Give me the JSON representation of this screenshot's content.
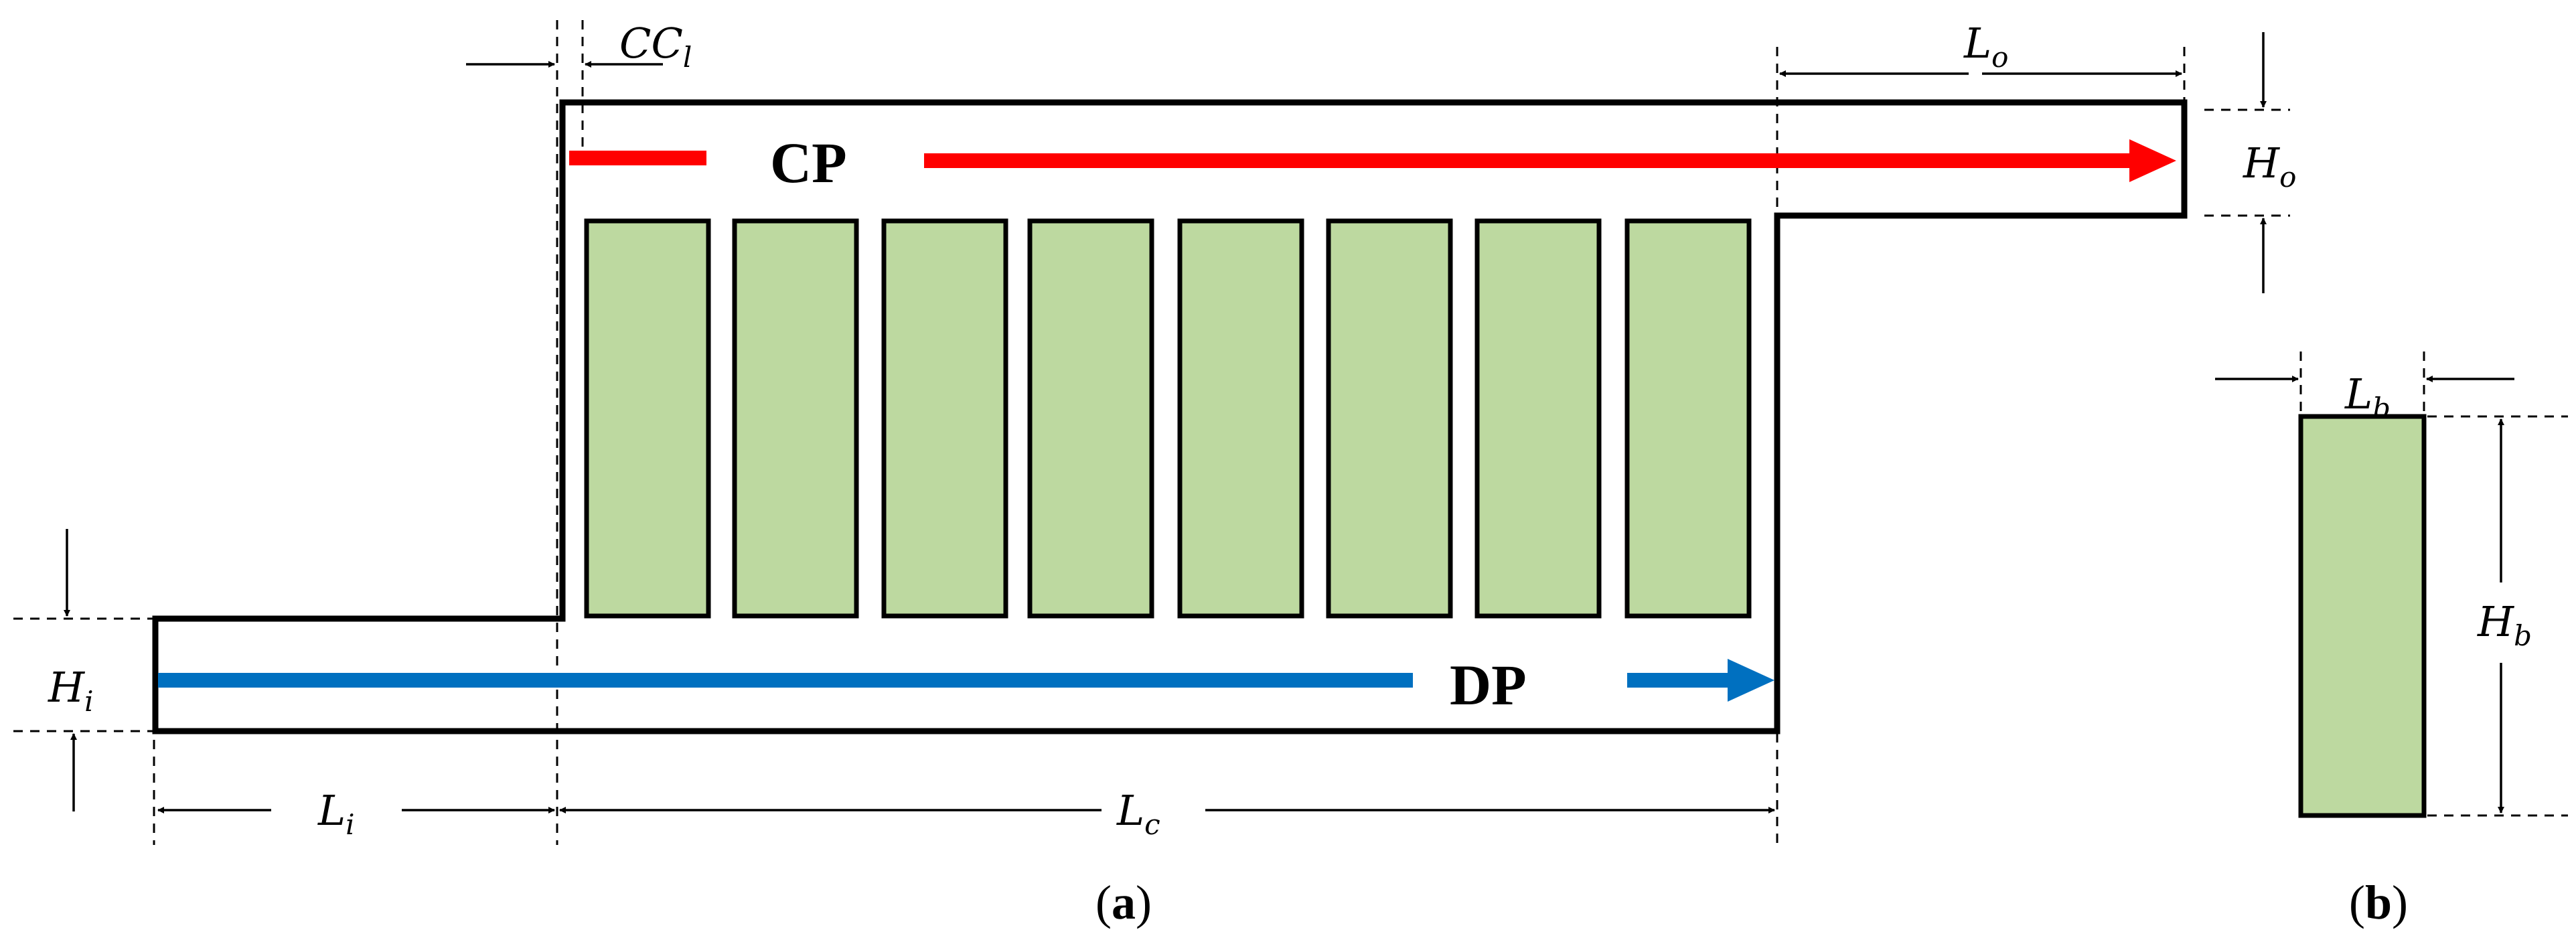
{
  "labels": {
    "cc": {
      "main": "CC",
      "sub": "l"
    },
    "lo": {
      "main": "L",
      "sub": "o"
    },
    "ho": {
      "main": "H",
      "sub": "o"
    },
    "hi": {
      "main": "H",
      "sub": "i"
    },
    "li": {
      "main": "L",
      "sub": "i"
    },
    "lc": {
      "main": "L",
      "sub": "c"
    },
    "lb": {
      "main": "L",
      "sub": "b"
    },
    "hb": {
      "main": "H",
      "sub": "b"
    }
  },
  "flows": {
    "cp": "CP",
    "dp": "DP"
  },
  "panels": {
    "a": "a",
    "b": "b"
  },
  "colors": {
    "battery_fill": "#bdd9a0",
    "cp_arrow": "#ff0000",
    "dp_arrow": "#0070c0"
  }
}
